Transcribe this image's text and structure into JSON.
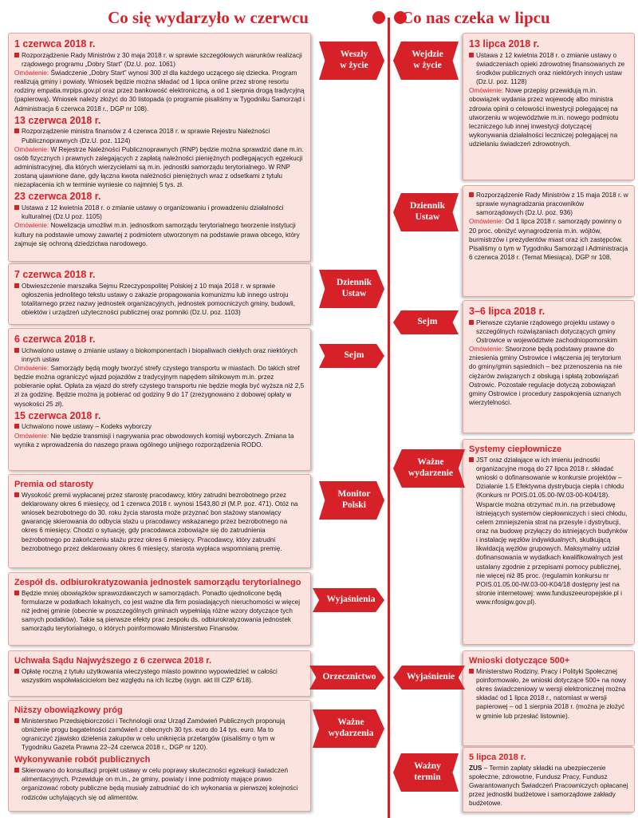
{
  "header": {
    "left_title": "Co się wydarzyło w czerwcu",
    "right_title": "Co nas czeka w lipcu"
  },
  "tags": {
    "weszly": [
      "Weszły",
      "w życie"
    ],
    "wejdzie": [
      "Wejdzie",
      "w życie"
    ],
    "dziennik_r": [
      "Dziennik",
      "Ustaw"
    ],
    "dziennik_l": [
      "Dziennik",
      "Ustaw"
    ],
    "sejm_r": "Sejm",
    "sejm_l": "Sejm",
    "wazne_r": [
      "Ważne",
      "wydarzenie"
    ],
    "monitor": [
      "Monitor",
      "Polski"
    ],
    "wyjasnienia": "Wyjaśnienia",
    "orzecznictwo": "Orzecznictwo",
    "wyjasnienie": "Wyjaśnienie",
    "wazne_l": [
      "Ważne",
      "wydarzenia"
    ],
    "wazny_termin": [
      "Ważny",
      "termin"
    ]
  },
  "left": {
    "b1": {
      "d1": "1 czerwca 2018 r.",
      "t1": "Rozporządzenie Rady Ministrów z 30 maja 2018 r. w sprawie szczegółowych warunków realizacji rządowego programu „Dobry Start” (Dz.U. poz. 1061)",
      "o1": "Omówienie:",
      "t1b": " Świadczenie „Dobry Start” wynosi 300 zł dla każdego uczącego się dziecka. Program realizują gminy i powiaty. Wniosek będzie można składać od 1 lipca online przez stronę resortu rodziny empatia.mrpips.gov.pl oraz przez bankowość elektroniczną, a od 1 sierpnia drogą tradycyjną (papierową). Wniosek należy złożyć do 30 listopada (o programie pisaliśmy w Tygodniku Samorząd i Administracja 6 czerwca 2018 r., DGP nr 108).",
      "d2": "13 czerwca 2018 r.",
      "t2": "Rozporządzenie ministra finansów z 4 czerwca 2018 r. w sprawie Rejestru Należności Publicznoprawnych (Dz.U. poz. 1124)",
      "o2": "Omówienie:",
      "t2b": " W Rejestrze Należności Publicznoprawnych (RNP) będzie można sprawdzić dane m.in. osób fizycznych i prawnych zalegających z zapłatą należności pieniężnych podlegających egzekucji administracyjnej, dla których wierzycielami są m.in. jednostki samorządu terytorialnego. W RNP zostaną ujawnione dane, gdy łączna kwota należności pieniężnych wraz z odsetkami z tytułu niezapłacenia ich w terminie wyniesie co najmniej 5 tys. zł.",
      "d3": "23 czerwca 2018 r.",
      "t3": "Ustawa z 12 kwietnia 2018 r. o zmianie ustawy o organizowaniu i prowadzeniu działalności kulturalnej (Dz.U poz. 1105)",
      "o3": "Omówienie:",
      "t3b": " Nowelizacja umożliwi m.in. jednostkom samorządu terytorialnego tworzenie instytucji kultury na podstawie umowy zawartej z podmiotem utworzonym na podstawie prawa obcego, który zajmuje się ochroną dziedzictwa narodowego."
    },
    "b2": {
      "d1": "7 czerwca 2018 r.",
      "t1": "Obwieszczenie marszałka Sejmu Rzeczypospolitej Polskiej z 10 maja 2018 r. w sprawie ogłoszenia jednolitego tekstu ustawy o zakazie propagowania komunizmu lub innego ustroju totalitarnego przez nazwy jednostek organizacyjnych, jednostek pomocniczych gminy, budowli, obiektów i urządzeń użyteczności publicznej oraz pomniki (Dz.U. poz. 1103)"
    },
    "b3": {
      "d1": "6 czerwca 2018 r.",
      "t1": "Uchwalono ustawę o zmianie ustawy o biokomponentach i biopaliwach ciekłych oraz niektórych innych ustaw",
      "o1": "Omówienie:",
      "t1b": " Samorządy będą mogły tworzyć strefy czystego transportu w miastach. Do takich stref będzie można ograniczyć wjazd pojazdów z tradycyjnym napędem silnikowym m.in. przez pobieranie opłat. Opłata za wjazd do strefy czystego transportu nie będzie mogła być wyższa niż 2,5 zł za godzinę. Będzie można ją pobierać od godziny 9 do 17 (zrezygnowano z dobowej opłaty w wysokości 25 zł).",
      "d2": "15 czerwca 2018 r.",
      "t2": "Uchwalono nowe ustawy – Kodeks wyborczy",
      "o2": "Omówienie:",
      "t2b": " Nie będzie transmisji i nagrywania prac obwodowych komisji wyborczych. Zmiana ta wynika z wprowadzenia do naszego prawa ogólnego unijnego rozporządzenia RODO."
    },
    "b4": {
      "d1": "Premia od starosty",
      "t1": "Wysokość premii wypłacanej przez starostę pracodawcy, który zatrudni bezrobotnego przez deklarowany okres 6 miesięcy, od 1 czerwca 2018 r. wynosi 1543,80 zł (M.P. poz. 471). Otóż na wniosek bezrobotnego do 30. roku życia starosta może przyznać bon stażowy stanowiący gwarancję skierowania do odbycia stażu u pracodawcy wskazanego przez bezrobotnego na okres 6 miesięcy. Chodzi o sytuację, gdy pracodawca zobowiąże się do zatrudnienia bezrobotnego po zakończeniu stażu przez okres 6 miesięcy. Pracodawcy, który zatrudni bezrobotnego przez deklarowany okres 6 miesięcy, starosta wypłaca wspomnianą premię."
    },
    "b5": {
      "d1": "Zespół ds. odbiurokratyzowania jednostek samorządu terytorialnego",
      "t1": "Będzie mniej obowiązków sprawozdawczych w samorządach. Ponadto ujednolicone będą formularze w podatkach lokalnych, co jest ważne dla firm posiadających nieruchomości w więcej niż jednej gminie (obecnie w poszczególnych gminach wypełniają różne wzory dotyczące tych samych podatków). Takie są pierwsze efekty prac zespołu ds. odbiurokratyzowania jednostek samorządu terytorialnego, o których poinformowało Ministerstwo Finansów."
    },
    "b6": {
      "d1": "Uchwała Sądu Najwyższego z 6 czerwca 2018 r.",
      "t1": "Opłatę roczną z tytułu użytkowania wieczystego miasto powinno wypowiedzieć w całości wszystkim współwłaścicielom bez względu na ich liczbę (sygn. akt III CZP 6/18)."
    },
    "b7": {
      "d1": "Niższy obowiązkowy próg",
      "t1": "Ministerstwo Przedsiębiorczości i Technologii oraz Urząd Zamówień Publicznych proponują obniżenie progu bagatelności zamówień z obecnych 30 tys. euro do 14 tys. euro. Ma to ograniczyć zjawisko dzielenia zakupów w celu uniknięcia przetargów (pisaliśmy o tym w Tygodniku Gazeta Prawna 22–24 czerwca 2018 r., DGP nr 120).",
      "d2": "Wykonywanie robót publicznych",
      "t2": "Skierowano do konsultacji projekt ustawy w celu poprawy skuteczności egzekucji świadczeń alimentacyjnych. Przewiduje on m.in., że gminy, powiaty i inne podmioty mające prawo organizować roboty publiczne będą musiały zatrudniać do ich wykonania w pierwszej kolejności rodziców uchylających się od alimentów."
    }
  },
  "right": {
    "r1": {
      "d1": "13 lipca 2018 r.",
      "t1": "Ustawa z 12 kwietnia 2018 r. o zmianie ustawy o świadczeniach opieki zdrowotnej finansowanych ze środków publicznych oraz niektórych innych ustaw (Dz.U. poz. 1128)",
      "o1": "Omówienie:",
      "t1b": " Nowe przepisy przewidują m.in. obowiązek wydania przez wojewodę albo ministra zdrowia opinii o celowości inwestycji polegającej na utworzeniu w województwie m.in. nowego podmiotu leczniczego lub innej inwestycji dotyczącej wykonywania działalności leczniczej polegającej na udzielaniu świadczeń zdrowotnych."
    },
    "r2": {
      "t1": "Rozporządzenie Rady Ministrów z 15 maja 2018 r. w sprawie wynagradzania pracowników samorządowych (Dz.U. poz. 936)",
      "o1": "Omówienie:",
      "t1b": " Od 1 lipca 2018 r. samorządy powinny o 20 proc. obniżyć wynagrodzenia m.in. wójtów, burmistrzów i prezydentów miast oraz ich zastępców. Pisaliśmy o tym w Tygodniku Samorząd i Administracja 6 czerwca 2018 r. (Temat Miesiąca), DGP nr 108."
    },
    "r3": {
      "d1": "3–6 lipca 2018 r.",
      "t1": "Pierwsze czytanie rządowego projektu ustawy o szczególnych rozwiązaniach dotyczących gminy Ostrowice w województwie zachodniopomorskim",
      "o1": "Omówienie:",
      "t1b": " Stworzone będą podstawy prawne do zniesienia gminy Ostrowice i włączenia jej terytorium do gminy/gmin sąsiednich – bez przenoszenia na nie ciężarów związanych z obsługą i spłatą zobowiązań Ostrowic. Pozostałe regulacje dotyczą zobowiązań gminy Ostrowice i procedury zaspokojenia uznanych wierzytelności."
    },
    "r4": {
      "d1": "Systemy ciepłownicze",
      "t1": "JST oraz działające w ich imieniu jednostki organizacyjne mogą do 27 lipca 2018 r. składać wnioski o dofinansowanie w konkursie projektów – Działanie 1.5 Efektywna dystrybucja ciepła i chłodu (Konkurs nr POIS.01.05.00-IW.03-00-K04/18). Wsparcie można otrzymać m.in. na przebudowę istniejących systemów ciepłowniczych i sieci chłodu, celem zmniejszenia strat na przesyle i dystrybucji, oraz na budowę przyłączy do istniejących budynków i instalację węzłów indywidualnych, skutkującą likwidacją węzłów grupowych. Maksymalny udział dofinansowania w wydatkach kwalifikowalnych jest ustalany zgodnie z przepisami pomocy publicznej, nie więcej niż 85 proc. (regulamin konkursu nr POIS.01.05.00-IW.03-00-K04/18 dostępny jest na stronie internetowej: www.funduszeeuropejskie.pl i www.nfosigw.gov.pl)."
    },
    "r5": {
      "d1": "Wnioski dotyczące 500+",
      "t1": "Ministerstwo Rodziny, Pracy i Polityki Społecznej poinformowało, że wnioski dotyczące 500+ na nowy okres świadczeniowy w wersji elektronicznej można składać od 1 lipca 2018 r., natomiast w wersji papierowej – od 1 sierpnia 2018 r. (można je złożyć w gminie lub przesłać listownie)."
    },
    "r6": {
      "d1": "5 lipca 2018 r.",
      "z": "ZUS",
      "t1": " – Termin zapłaty składki na ubezpieczenie społeczne, zdrowotne, Fundusz Pracy, Fundusz Gwarantowanych Świadczeń Pracowniczych opłacanej przez jednostki budżetowe i samorządowe zakłady budżetowe."
    }
  }
}
